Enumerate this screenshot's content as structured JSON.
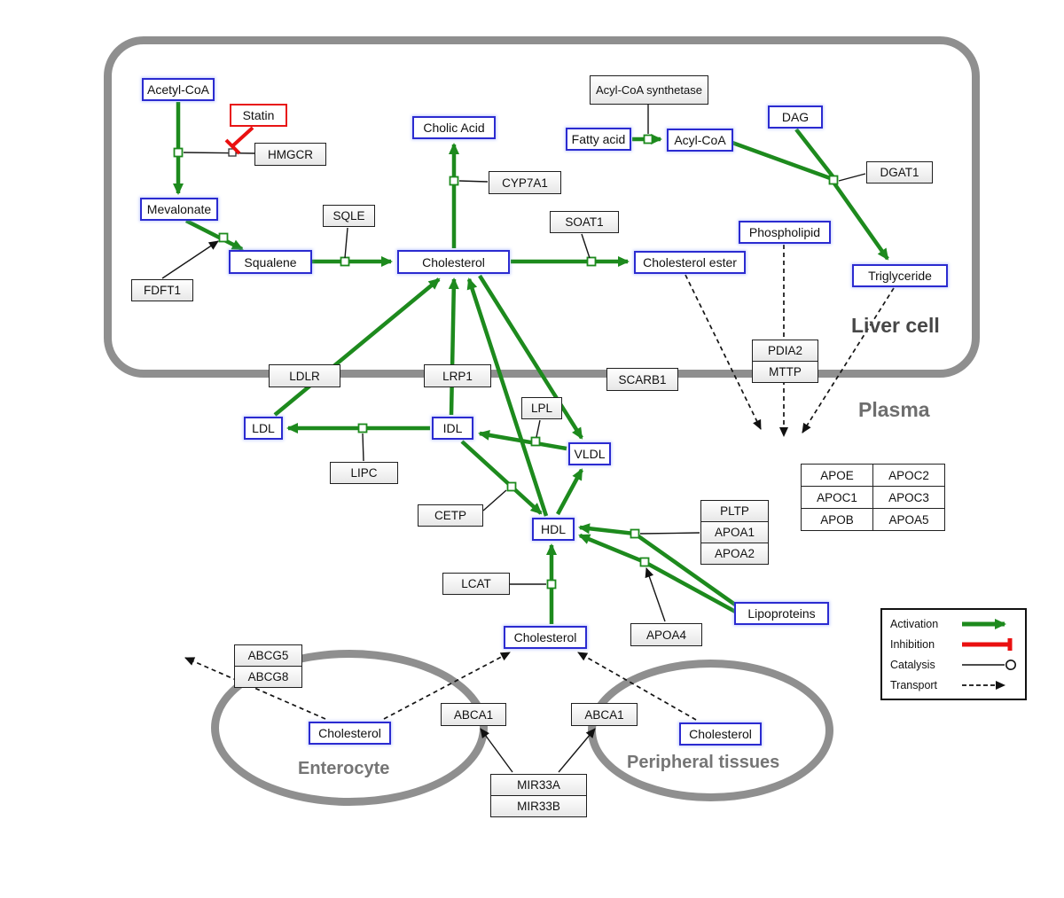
{
  "compartments": {
    "liver": "Liver cell",
    "plasma": "Plasma",
    "enterocyte": "Enterocyte",
    "peripheral": "Peripheral tissues"
  },
  "metabolites": {
    "acetyl_coa": "Acetyl-CoA",
    "mevalonate": "Mevalonate",
    "squalene": "Squalene",
    "cholic_acid": "Cholic Acid",
    "cholesterol_liver": "Cholesterol",
    "fatty_acid": "Fatty acid",
    "acyl_coa": "Acyl-CoA",
    "dag": "DAG",
    "phospholipid": "Phospholipid",
    "cholesterol_ester": "Cholesterol ester",
    "triglyceride": "Triglyceride",
    "ldl": "LDL",
    "idl": "IDL",
    "vldl": "VLDL",
    "hdl": "HDL",
    "cholesterol_plasma": "Cholesterol",
    "lipoproteins": "Lipoproteins",
    "cholesterol_enterocyte": "Cholesterol",
    "cholesterol_peripheral": "Cholesterol"
  },
  "enzymes": {
    "statin": "Statin",
    "hmgcr": "HMGCR",
    "sqle": "SQLE",
    "fdft1": "FDFT1",
    "cyp7a1": "CYP7A1",
    "soat1": "SOAT1",
    "acyl_coa_synthetase": "Acyl-CoA synthetase",
    "dgat1": "DGAT1",
    "pdia2": "PDIA2",
    "mttp": "MTTP",
    "ldlr": "LDLR",
    "lrp1": "LRP1",
    "scarb1": "SCARB1",
    "lpl": "LPL",
    "lipc": "LIPC",
    "cetp": "CETP",
    "lcat": "LCAT",
    "pltp": "PLTP",
    "apoa1": "APOA1",
    "apoa2": "APOA2",
    "apoa4": "APOA4",
    "abcg5": "ABCG5",
    "abcg8": "ABCG8",
    "abca1_enterocyte": "ABCA1",
    "abca1_peripheral": "ABCA1",
    "mir33a": "MIR33A",
    "mir33b": "MIR33B"
  },
  "apolipoprotein_table": {
    "rows": [
      [
        "APOE",
        "APOC2"
      ],
      [
        "APOC1",
        "APOC3"
      ],
      [
        "APOB",
        "APOA5"
      ]
    ]
  },
  "legend": {
    "activation": "Activation",
    "inhibition": "Inhibition",
    "catalysis": "Catalysis",
    "transport": "Transport"
  },
  "colors": {
    "activation": "#1d8a1d",
    "inhibition": "#ea1010",
    "metabolite_border": "#2b2bd0",
    "compartment_border": "#8f8f8f"
  }
}
